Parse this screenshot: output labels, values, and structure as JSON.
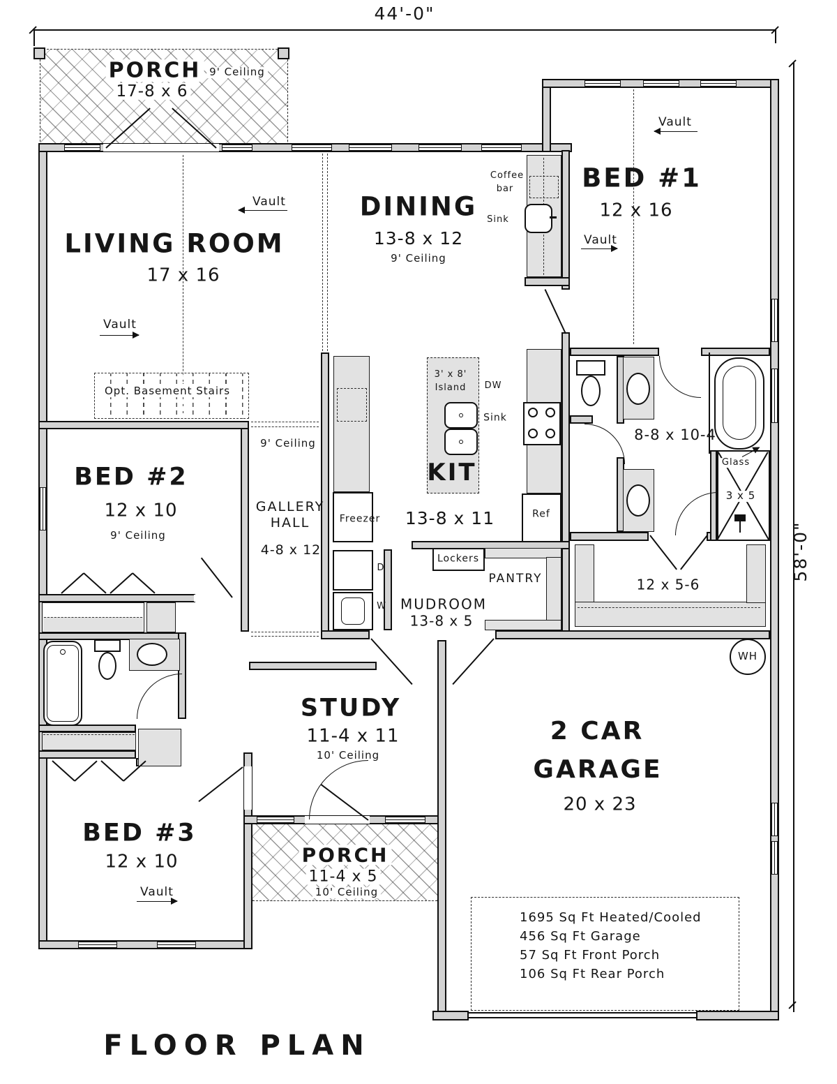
{
  "meta": {
    "title": "FLOOR PLAN"
  },
  "dims": {
    "width": "44'-0\"",
    "height": "58'-0\""
  },
  "labels": {
    "vault": "Vault"
  },
  "style": {
    "ink": "#111111",
    "wall_fill": "#d3d3d3",
    "counter_fill": "#e2e2e2"
  },
  "rooms": {
    "front_porch": {
      "name": "PORCH",
      "size": "17-8 x 6",
      "ceiling": "9' Ceiling"
    },
    "living": {
      "name": "LIVING ROOM",
      "size": "17 x 16",
      "stairs": "Opt. Basement Stairs"
    },
    "dining": {
      "name": "DINING",
      "size": "13-8 x 12",
      "ceiling": "9' Ceiling"
    },
    "coffee_bar": {
      "name_1": "Coffee",
      "name_2": "bar",
      "sink": "Sink"
    },
    "bed1": {
      "name": "BED #1",
      "size": "12 x 16"
    },
    "master_bath": {
      "size": "8-8 x 10-4",
      "shower_glass": "Glass",
      "shower_size": "3 x 5"
    },
    "closet": {
      "size": "12 x 5-6"
    },
    "utility": {
      "wh": "WH"
    },
    "kitchen": {
      "name": "KIT",
      "size": "13-8 x 11",
      "island_1": "3' x 8'",
      "island_2": "Island",
      "dw": "DW",
      "sink": "Sink",
      "fridge": "Ref",
      "freezer": "Freezer"
    },
    "gallery": {
      "name_1": "GALLERY",
      "name_2": "HALL",
      "size": "4-8 x 12",
      "ceiling": "9' Ceiling"
    },
    "bed2": {
      "name": "BED #2",
      "size": "12 x 10",
      "ceiling": "9' Ceiling"
    },
    "mudroom": {
      "name": "MUDROOM",
      "size": "13-8 x 5",
      "washer": "W",
      "dryer": "D",
      "lockers": "Lockers",
      "pantry": "PANTRY"
    },
    "study": {
      "name": "STUDY",
      "size": "11-4 x 11",
      "ceiling": "10' Ceiling"
    },
    "bed3": {
      "name": "BED #3",
      "size": "12 x 10"
    },
    "rear_porch": {
      "name": "PORCH",
      "size": "11-4 x 5",
      "ceiling": "10' Ceiling"
    },
    "garage": {
      "name_1": "2 CAR",
      "name_2": "GARAGE",
      "size": "20 x 23",
      "notes": [
        "1695 Sq Ft Heated/Cooled",
        "456 Sq Ft Garage",
        "57 Sq Ft Front Porch",
        "106 Sq Ft Rear Porch"
      ]
    }
  }
}
